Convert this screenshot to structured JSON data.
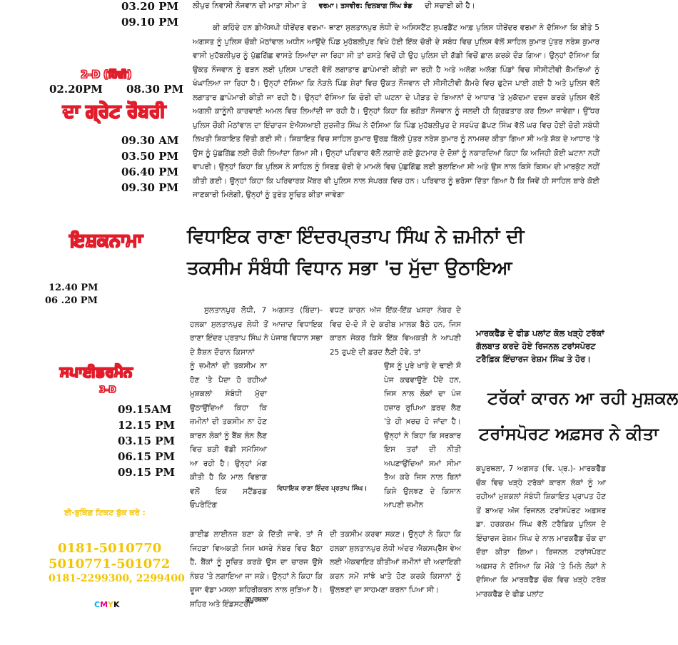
{
  "left": {
    "times_a": [
      "03.20 PM",
      "09.10 PM"
    ],
    "movie2_badge": "2-D (ਹਿੰਦੀ)",
    "movie2_times_row": [
      "02.20PM",
      "08.30 PM"
    ],
    "movie2_title": "ਦਾ ਗ੍ਰੇਟ ਰੌਬਰੀ",
    "times_b": [
      "09.30 AM",
      "03.50 PM",
      "06.40 PM",
      "09.30 PM"
    ],
    "movie3_title": "ਇਸ਼ਕਨਾਮਾ",
    "times_c": [
      "12.40 PM",
      "06 .20 PM"
    ],
    "movie4_title": "ਸਪਾਈਡਰਮੈਨ",
    "movie4_badge": "3-D",
    "times_d": [
      "09.15AM",
      "12.15 PM",
      "03.15 PM",
      "06.15 PM",
      "09.15 PM"
    ],
    "booking": "ਈ-ਬੁਕਿੰਗ ਟਿਕਟ ਬੁੱਕ ਕਰੋ :",
    "phones": [
      "0181-5010770",
      "5010771-501072",
      "0181-2299300, 2299400"
    ],
    "cmyk": [
      "C",
      "M",
      "Y",
      "K"
    ]
  },
  "top_story": {
    "first_line": "ਲੀਪੁਰ ਨਿਵਾਸੀ ਨੌਜਵਾਨ ਦੀ ਮਾਤਾ ਸੀਮਾ ਤੇ",
    "caption": "ਵਰਮਾ। ਤਸਵੀਰ: ਦਿਲਬਾਗ ਸਿੰਘ ਝੰਡ",
    "first_line_end": "ਦੀ ਸਚਾਈ ਕੀ ਹੈ।",
    "body": "ਕੀ ਕਹਿੰਦੇ ਹਨ ਡੀਐਸਪੀ ਧੀਰੇਂਦਰ ਵਰਮਾ- ਥਾਣਾ ਸੁਲਤਾਨਪੁਰ ਲੋਧੀ ਦੇ ਅਸਿਸਟੈਂਟ ਸੁਪਰਡੈਂਟ ਆਫ਼ ਪੁਲਿਸ ਧੀਰੇਂਦਰ ਵਰਮਾ ਨੇ ਦੱਸਿਆ ਕਿ ਬੀਤੇ 5 ਅਗਸਤ ਨੂੰ ਪੁਲਿਸ ਚੌਕੀ ਮੋਠਾਂਵਾਲ ਅਧੀਨ ਆਉਂਦੇ ਪਿੰਡ ਮੁਹੱਬਲੀਪੁਰ ਵਿਖੇ ਹੋਈ ਇੱਕ ਚੋਰੀ ਦੇ ਸਬੰਧ ਵਿਚ ਪੁਲਿਸ ਵੱਲੋਂ ਸਾਹਿਲ ਕੁਮਾਰ ਪੁੱਤਰ ਨਰੇਸ਼ ਕੁਮਾਰ ਵਾਸੀ ਮੁਹੱਬਲੀਪੁਰ ਨੂੰ ਪੁੱਛਗਿੱਛ ਵਾਸਤੇ ਲਿਆਂਦਾ ਜਾ ਰਿਹਾ ਸੀ ਤਾਂ ਰਸਤੇ ਵਿਚੋਂ ਹੀ ਉਹ ਪੁਲਿਸ ਦੀ ਗੱਡੀ ਵਿਚੋਂ ਛਾਲ ਕਰਕੇ ਦੌੜ ਗਿਆ। ਉਨ੍ਹਾਂ ਦੱਸਿਆ ਕਿ ਉਕਤ ਨੌਜਵਾਨ ਨੂੰ ਫੜਨ ਲਈ ਪੁਲਿਸ ਪਾਰਟੀ ਵੱਲੋਂ ਲਗਾਤਾਰ ਛਾਪੇਮਾਰੀ ਕੀਤੀ ਜਾ ਰਹੀ ਹੈ ਅਤੇ ਅਲੱਗ ਅਲੱਗ ਪਿੰਡਾਂ ਵਿਚ ਸੀਸੀਟੀਵੀ ਕੈਮਰਿਆਂ ਨੂੰ ਖੰਘਾਲਿਆ ਜਾ ਰਿਹਾ ਹੈ। ਉਨ੍ਹਾਂ ਦੱਸਿਆ ਕਿ ਨੇੜਲੇ ਪਿੰਡ ਸ਼ੇਰਾਂ ਵਿਚ ਉਕਤ ਨੌਜਵਾਨ ਦੀ ਸੀਸੀਟੀਵੀ ਕੈਮਰੇ ਵਿਚ ਫੁਟੇਜ ਪਾਈ ਗਈ ਹੈ ਅਤੇ ਪੁਲਿਸ ਵੱਲੋਂ ਲਗਾਤਾਰ ਛਾਪੇਮਾਰੀ ਕੀਤੀ ਜਾ ਰਹੀ ਹੈ। ਉਨ੍ਹਾਂ ਦੱਸਿਆ ਕਿ ਚੋਰੀ ਦੀ ਘਟਨਾ ਦੇ ਪੀੜਤ ਦੇ ਬਿਆਨਾਂ ਦੇ ਆਧਾਰ 'ਤੇ ਮੁਕੱਦਮਾ ਦਰਜ ਕਰਕੇ ਪੁਲਿਸ ਵੱਲੋਂ ਅਗਲੀ ਕਾਨੂੰਨੀ ਕਾਰਵਾਈ ਅਮਲ ਵਿਚ ਲਿਆਂਦੀ ਜਾ ਰਹੀ ਹੈ। ਉਨ੍ਹਾਂ ਕਿਹਾ ਕਿ ਭਗੌੜਾ ਨੌਜਵਾਨ ਨੂੰ ਜਲਦੀ ਹੀ ਗ੍ਰਿਫ਼ਤਾਰ ਕਰ ਲਿਆ ਜਾਵੇਗਾ। ਉੱਧਰ ਪੁਲਿਸ ਚੌਕੀ ਮੋਠਾਂਵਾਲ ਦਾ ਇੰਚਾਰਜ ਏਐਸਆਈ ਸੁਰਜੀਤ ਸਿੰਘ ਨੇ ਦੱਸਿਆ ਕਿ ਪਿੰਡ ਮੁਹੱਬਲੀਪੁਰ ਦੇ ਸਰਪੰਚ ਛੱਪਣ ਸਿੰਘ ਵੱਲੋਂ ਘਰ ਵਿਚ ਹੋਈ ਚੋਰੀ ਸਬੰਧੀ ਲਿਖਤੀ ਸ਼ਿਕਾਇਤ ਦਿੱਤੀ ਗਈ ਸੀ। ਸ਼ਿਕਾਇਤ ਵਿਚ ਸਾਹਿਲ ਕੁਮਾਰ ਉਰਫ਼ ਬਿੱਲੀ ਪੁੱਤਰ ਨਰੇਸ਼ ਕੁਮਾਰ ਨੂੰ ਨਾਮਜ਼ਦ ਕੀਤਾ ਗਿਆ ਸੀ ਅਤੇ ਸ਼ੱਕ ਦੇ ਆਧਾਰ 'ਤੇ ਉਸ ਨੂੰ ਪੁੱਛਗਿੱਛ ਲਈ ਚੌਕੀ ਲਿਆਂਦਾ ਗਿਆ ਸੀ। ਉਨ੍ਹਾਂ ਪਰਿਵਾਰ ਵੱਲੋਂ ਲਗਾਏ ਗਏ ਕੁੱਟਮਾਰ ਦੇ ਦੋਸ਼ਾਂ ਨੂੰ ਨਕਾਰਦਿਆਂ ਕਿਹਾ ਕਿ ਅਜਿਹੀ ਕੋਈ ਘਟਨਾ ਨਹੀਂ ਵਾਪਰੀ। ਉਨ੍ਹਾਂ ਕਿਹਾ ਕਿ ਪੁਲਿਸ ਨੇ ਸਾਹਿਲ ਨੂੰ ਸਿਰਫ਼ ਚੋਰੀ ਦੇ ਮਾਮਲੇ ਵਿਚ ਪੁੱਛਗਿੱਛ ਲਈ ਬੁਲਾਇਆ ਸੀ ਅਤੇ ਉਸ ਨਾਲ ਕਿਸੇ ਕਿਸਮ ਦੀ ਮਾਰਕੁੱਟ ਨਹੀਂ ਕੀਤੀ ਗਈ। ਉਨ੍ਹਾਂ ਕਿਹਾ ਕਿ ਪਰਿਵਾਰਕ ਮੈਂਬਰ ਵੀ ਪੁਲਿਸ ਨਾਲ ਸੰਪਰਕ ਵਿਚ ਹਨ। ਪਰਿਵਾਰ ਨੂੰ ਭਰੋਸਾ ਦਿੱਤਾ ਗਿਆ ਹੈ ਕਿ ਜਿਵੇਂ ਹੀ ਸਾਹਿਲ ਬਾਰੇ ਕੋਈ ਜਾਣਕਾਰੀ ਮਿਲੇਗੀ, ਉਨ੍ਹਾਂ ਨੂੰ ਤੁਰੰਤ ਸੂਚਿਤ ਕੀਤਾ ਜਾਵੇਗਾ"
  },
  "main_story": {
    "headline_1": "ਵਿਧਾਇਕ ਰਾਣਾ ਇੰਦਰਪ੍ਰਤਾਪ ਸਿੰਘ ਨੇ ਜ਼ਮੀਨਾਂ ਦੀ",
    "headline_2": "ਤਕਸੀਮ ਸੰਬੰਧੀ ਵਿਧਾਨ ਸਭਾ 'ਚ ਮੁੱਦਾ ਉਠਾਇਆ",
    "col1_top": "ਸੁਲਤਾਨਪੁਰ ਲੋਧੀ, 7 ਅਗਸਤ (ਬਿੰਦਾ)- ਹਲਕਾ ਸੁਲਤਾਨਪੁਰ ਲੋਧੀ ਤੋਂ ਆਜ਼ਾਦ ਵਿਧਾਇਕ ਰਾਣਾ ਇੰਦਰ ਪ੍ਰਤਾਪ ਸਿੰਘ ਨੇ ਪੰਜਾਬ ਵਿਧਾਨ ਸਭਾ ਦੇ ਸ਼ੈਸ਼ਨ ਦੌਰਾਨ ਕਿਸਾਨਾਂ",
    "col1_narrow": "ਨੂੰ ਜ਼ਮੀਨਾਂ ਦੀ ਤਕਸੀਮ ਨਾ ਹੋਣ 'ਤੇ ਪੈਦਾ ਹੋ ਰਹੀਆਂ ਮੁਸ਼ਕਲਾਂ ਸੰਬੰਧੀ ਮੁੱਦਾ ਉਠਾਉਂਦਿਆਂ ਕਿਹਾ ਕਿ ਜ਼ਮੀਨਾਂ ਦੀ ਤਕਸੀਮ ਨਾ ਹੋਣ ਕਾਰਨ ਲੋਕਾਂ ਨੂੰ ਬੈਂਕ ਲੋਨ ਲੈਣ ਵਿਚ ਬੜੀ ਵੱਡੀ ਸਮੱਸਿਆ ਆ ਰਹੀ ਹੈ। ਉਨ੍ਹਾਂ ਮੰਗ ਕੀਤੀ ਹੈ ਕਿ ਮਾਲ ਵਿਭਾਗ ਵਲੋਂ ਇਕ ਸਟੈਂਡਰਡ ਓਪਰੇਟਿੰਗ",
    "col1_bottom": "ਗਾਈਡ ਲਾਈਨਜ਼ ਬਣਾ ਕੇ ਦਿੱਤੀ ਜਾਵੇ, ਤਾਂ ਜੋ ਜਿਹੜਾ ਵਿਅਕਤੀ ਜਿਸ ਖਸਰੇ ਨੰਬਰ ਵਿਚ ਬੈਠਾ ਹੈ, ਬੈਂਕਾਂ ਨੂੰ ਸੂਚਿਤ ਕਰਕੇ ਉਸ ਦਾ ਚਾਰਜ ਉਸੇ ਨੰਬਰ 'ਤੇ ਲਗਾਇਆ ਜਾ ਸਕੇ। ਉਨ੍ਹਾਂ ਨੇ ਕਿਹਾ ਕਿ ਦੂਜਾ ਵੱਡਾ ਮਸਲਾ ਸ਼ਹਿਰੀਕਰਨ ਨਾਲ ਜੁੜਿਆ ਹੈ। ਸ਼ਹਿਰ ਅਤੇ ਇੰਡਸਟਰੀ",
    "col2_top": "ਵਧਣ ਕਾਰਨ ਅੱਜ ਇੱਕ-ਇੱਕ ਖਸਰਾ ਨੰਬਰ ਦੇ ਵਿਚ ਦੋ-ਦੋ ਸੌ ਦੇ ਕਰੀਬ ਮਾਲਕ ਬੈਠੇ ਹਨ, ਜਿਸ ਕਾਰਨ ਜੇਕਰ ਕਿਸੇ ਇੱਕ ਵਿਅਕਤੀ ਨੇ ਆਪਣੀ 25 ਰੁਪਏ ਦੀ ਫ਼ਰਦ ਲੈਣੀ ਹੋਵੇ, ਤਾਂ",
    "col2_narrow": "ਉਸ ਨੂੰ ਪੂਰੇ ਖਾਤੇ ਦੇ ਢਾਈ ਸੌ ਪੇਜ ਕਢਵਾਉਣੇ ਪੈਂਦੇ ਹਨ, ਜਿਸ ਨਾਲ ਲੋਕਾਂ ਦਾ ਪੰਜ ਹਜ਼ਾਰ ਰੁਪਿਆ ਫ਼ਰਦ ਲੈਣ 'ਤੇ ਹੀ ਖ਼ਰਚ ਹੋ ਜਾਂਦਾ ਹੈ। ਉਨ੍ਹਾਂ ਨੇ ਕਿਹਾ ਕਿ ਸਰਕਾਰ ਇਸ ਤਰਾਂ ਦੀ ਨੀਤੀ ਅਪਣਾਉਂਦਿਆਂ ਸਮਾਂ ਸੀਮਾ ਤੈਅ ਕਰੇ ਜਿਸ ਨਾਲ ਬਿਨਾਂ ਕਿਸੇ ਉਲਝਣ ਦੇ ਕਿਸਾਨ ਆਪਣੀ ਜ਼ਮੀਨ",
    "col2_bottom": "ਦੀ ਤਕਸੀਮ ਕਰਵਾ ਸਕਣ। ਉਨ੍ਹਾਂ ਨੇ ਕਿਹਾ ਕਿ ਹਲਕਾ ਸੁਲਤਾਨਪੁਰ ਲੋਧੀ ਅੰਦਰ ਐਕਸਪ੍ਰੈੱਸ ਵੇਅ ਲਈ ਐਕਵਾਇਰ ਕੀਤੀਆਂ ਜ਼ਮੀਨਾਂ ਦੀ ਅਦਾਇਗੀ ਕਰਨ ਸਮੇਂ ਸਾਂਝੇ ਖਾਤੇ ਹੋਣ ਕਰਕੇ ਕਿਸਾਨਾਂ ਨੂੰ ਉਲਝਣਾਂ ਦਾ ਸਾਹਮਣਾ ਕਰਨਾ ਪਿਆ ਸੀ।",
    "photo_caption": "ਵਿਧਾਇਕ ਰਾਣਾ ਇੰਦਰ ਪ੍ਰਤਾਪ ਸਿੰਘ।",
    "footer_label": "ਕਪੂਰਥਲਾ"
  },
  "right_story": {
    "kicker_1": "ਮਾਰਕਫੈੱਡ ਦੇ ਫੀਡ ਪਲਾਂਟ ਕੋਲ ਖੜ੍ਹੇ ਟਰੱਕਾਂ",
    "kicker_2": "ਗੱਲਬਾਤ ਕਰਦੇ ਹੋਏ ਰਿਜਨਲ ਟਰਾਂਸਪੋਰਟ",
    "kicker_3": "ਟਰੈਫ਼ਿਕ ਇੰਚਾਰਜ ਰੇਸ਼ਮ ਸਿੰਘ ਤੇ ਹੋਰ।",
    "headline_1": "ਟਰੱਕਾਂ ਕਾਰਨ ਆ ਰਹੀ ਮੁਸ਼ਕਲ",
    "headline_2": "ਟਰਾਂਸਪੋਰਟ ਅਫ਼ਸਰ ਨੇ ਕੀਤਾ",
    "body": "ਕਪੂਰਥਲਾ, 7 ਅਗਸਤ (ਵਿ. ਪ੍ਰ.)- ਮਾਰਕਫੈੱਡ ਚੌਕ ਵਿਚ ਖੜ੍ਹੇ ਟਰੱਕਾਂ ਕਾਰਨ ਲੋਕਾਂ ਨੂੰ ਆ ਰਹੀਆਂ ਮੁਸ਼ਕਲਾਂ ਸੰਬੰਧੀ ਸ਼ਿਕਾਇਤ ਪ੍ਰਾਪਤ ਹੋਣ ਤੋਂ ਬਾਅਦ ਅੱਜ ਰਿਜਨਲ ਟਰਾਂਸਪੋਰਟ ਅਫ਼ਸਰ ਡਾ. ਹਰਕਰਮ ਸਿੰਘ ਵੱਲੋਂ ਟਰੈਫ਼ਿਕ ਪੁਲਿਸ ਦੇ ਇੰਚਾਰਜ ਰੇਸ਼ਮ ਸਿੰਘ ਦੇ ਨਾਲ ਮਾਰਕਫੈੱਡ ਚੌਕ ਦਾ ਦੌਰਾ ਕੀਤਾ ਗਿਆ। ਰਿਜਨਲ ਟਰਾਂਸਪੋਰਟ ਅਫ਼ਸਰ ਨੇ ਦੱਸਿਆ ਕਿ ਮੌਕੇ 'ਤੇ ਮਿਲੇ ਲੋਕਾਂ ਨੇ ਦੱਸਿਆ ਕਿ ਮਾਰਕਫੈੱਡ ਚੌਕ ਵਿਚ ਖੜ੍ਹੇ ਟਰੱਕ ਮਾਰਕਫੈੱਡ ਦੇ ਫੀਡ ਪਲਾਂਟ"
  }
}
